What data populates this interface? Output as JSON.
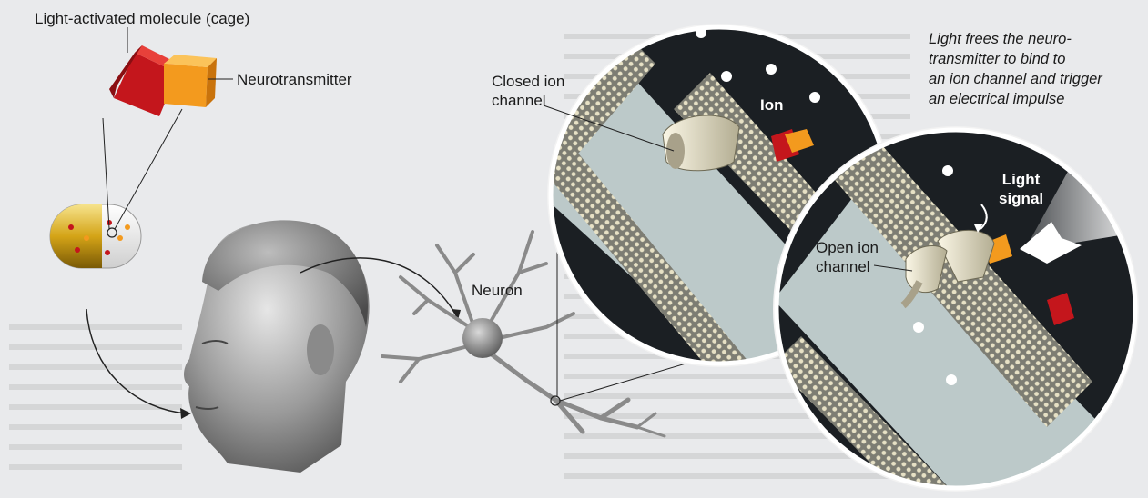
{
  "labels": {
    "cage": "Light-activated molecule (cage)",
    "neurotransmitter": "Neurotransmitter",
    "closed_channel": [
      "Closed ion",
      "channel"
    ],
    "ion": "Ion",
    "neuron": "Neuron",
    "open_channel": [
      "Open ion",
      "channel"
    ],
    "light_signal": [
      "Light",
      "signal"
    ],
    "caption": [
      "Light frees the neuro-",
      "transmitter to bind to",
      "an ion channel and trigger",
      "an electrical impulse"
    ]
  },
  "colors": {
    "cage": "#c4161c",
    "neurotransmitter": "#f39a1e",
    "membrane_dark": "#1b1f23",
    "channel": "#e2dcc2",
    "background": "#e9eaec"
  }
}
